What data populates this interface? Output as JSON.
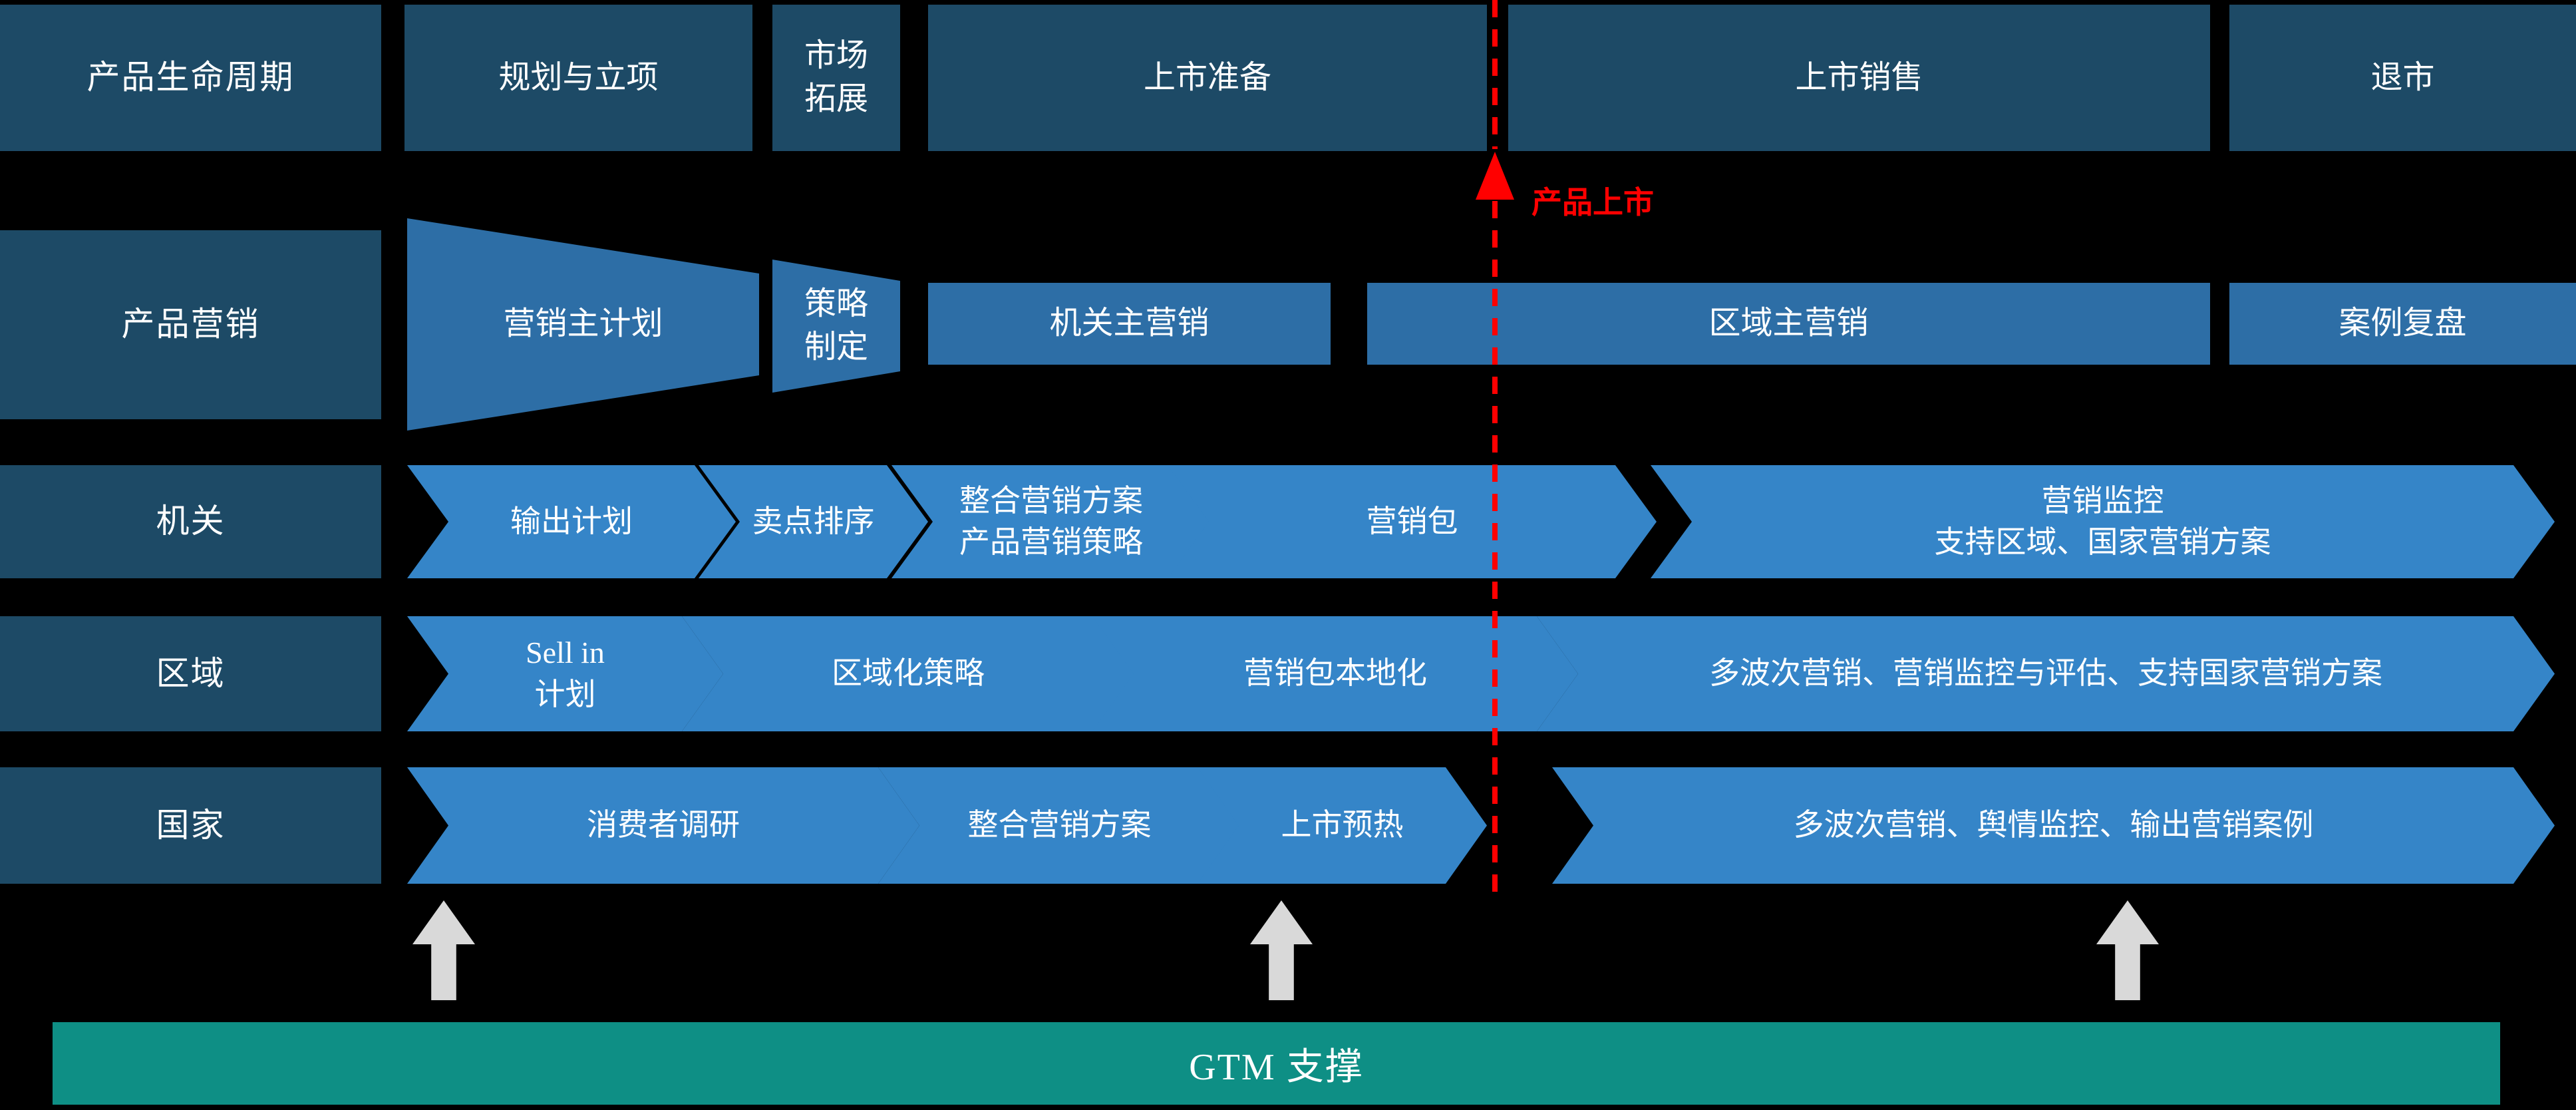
{
  "palette": {
    "background": "#000000",
    "dark_navy": "#1d4a66",
    "medium_blue": "#2d6ea6",
    "light_blue": "#3585c8",
    "teal": "#0e8f85",
    "red": "#ff0000",
    "arrow_gray": "#d9d9d9"
  },
  "lifecycle_row": {
    "label": "产品生命周期",
    "items": [
      {
        "text": "规划与立项"
      },
      {
        "text": "市场\n拓展"
      },
      {
        "text": "上市准备"
      },
      {
        "text": "上市销售"
      },
      {
        "text": "退市"
      }
    ]
  },
  "marketing_row": {
    "label": "产品营销",
    "items": [
      {
        "text": "营销主计划"
      },
      {
        "text": "策略\n制定"
      },
      {
        "text": "机关主营销"
      },
      {
        "text": "区域主营销"
      },
      {
        "text": "案例复盘"
      }
    ]
  },
  "hq_row": {
    "label": "机关",
    "items": [
      {
        "text": "输出计划"
      },
      {
        "text": "卖点排序"
      },
      {
        "text": "整合营销方案\n产品营销策略"
      },
      {
        "text": "营销包"
      },
      {
        "text": "营销监控\n支持区域、国家营销方案"
      }
    ]
  },
  "region_row": {
    "label": "区域",
    "items": [
      {
        "text": "Sell in\n计划"
      },
      {
        "text": "区域化策略"
      },
      {
        "text": "营销包本地化"
      },
      {
        "text": "多波次营销、营销监控与评估、支持国家营销方案"
      }
    ]
  },
  "country_row": {
    "label": "国家",
    "items": [
      {
        "text": "消费者调研"
      },
      {
        "text": "整合营销方案"
      },
      {
        "text": "上市预热"
      },
      {
        "text": "多波次营销、舆情监控、输出营销案例"
      }
    ]
  },
  "milestone": {
    "label": "产品上市"
  },
  "gtm_bar": {
    "label": "GTM 支撑"
  }
}
